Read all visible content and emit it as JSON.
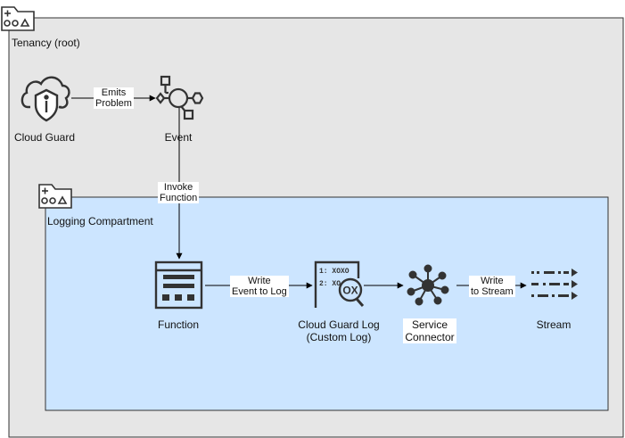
{
  "containers": {
    "tenancy": {
      "label": "Tenancy (root)"
    },
    "logging_compartment": {
      "label": "Logging Compartment"
    }
  },
  "nodes": {
    "cloud_guard": {
      "label": "Cloud Guard",
      "icon": "cloud-shield-icon"
    },
    "event": {
      "label": "Event",
      "icon": "event-flow-icon"
    },
    "function": {
      "label": "Function",
      "icon": "function-icon"
    },
    "cloud_guard_log": {
      "label_line1": "Cloud Guard Log",
      "label_line2": "(Custom Log)",
      "icon": "custom-log-icon"
    },
    "service_connector": {
      "label_line1": "Service",
      "label_line2": "Connector",
      "icon": "service-connector-icon"
    },
    "stream": {
      "label": "Stream",
      "icon": "stream-icon"
    }
  },
  "edges": {
    "emits_problem": {
      "line1": "Emits",
      "line2": "Problem"
    },
    "invoke_function": {
      "line1": "Invoke",
      "line2": "Function"
    },
    "write_event_to_log": {
      "line1": "Write",
      "line2": "Event to Log"
    },
    "write_to_stream": {
      "line1": "Write",
      "line2": "to Stream"
    }
  },
  "log_icon_text": {
    "row1": "1: XOXO",
    "row2": "2: XO",
    "badge": "OX"
  },
  "colors": {
    "tenancy_fill": "#e6e6e6",
    "compartment_fill": "#cce5ff",
    "stroke": "#333333",
    "icon": "#333333"
  }
}
